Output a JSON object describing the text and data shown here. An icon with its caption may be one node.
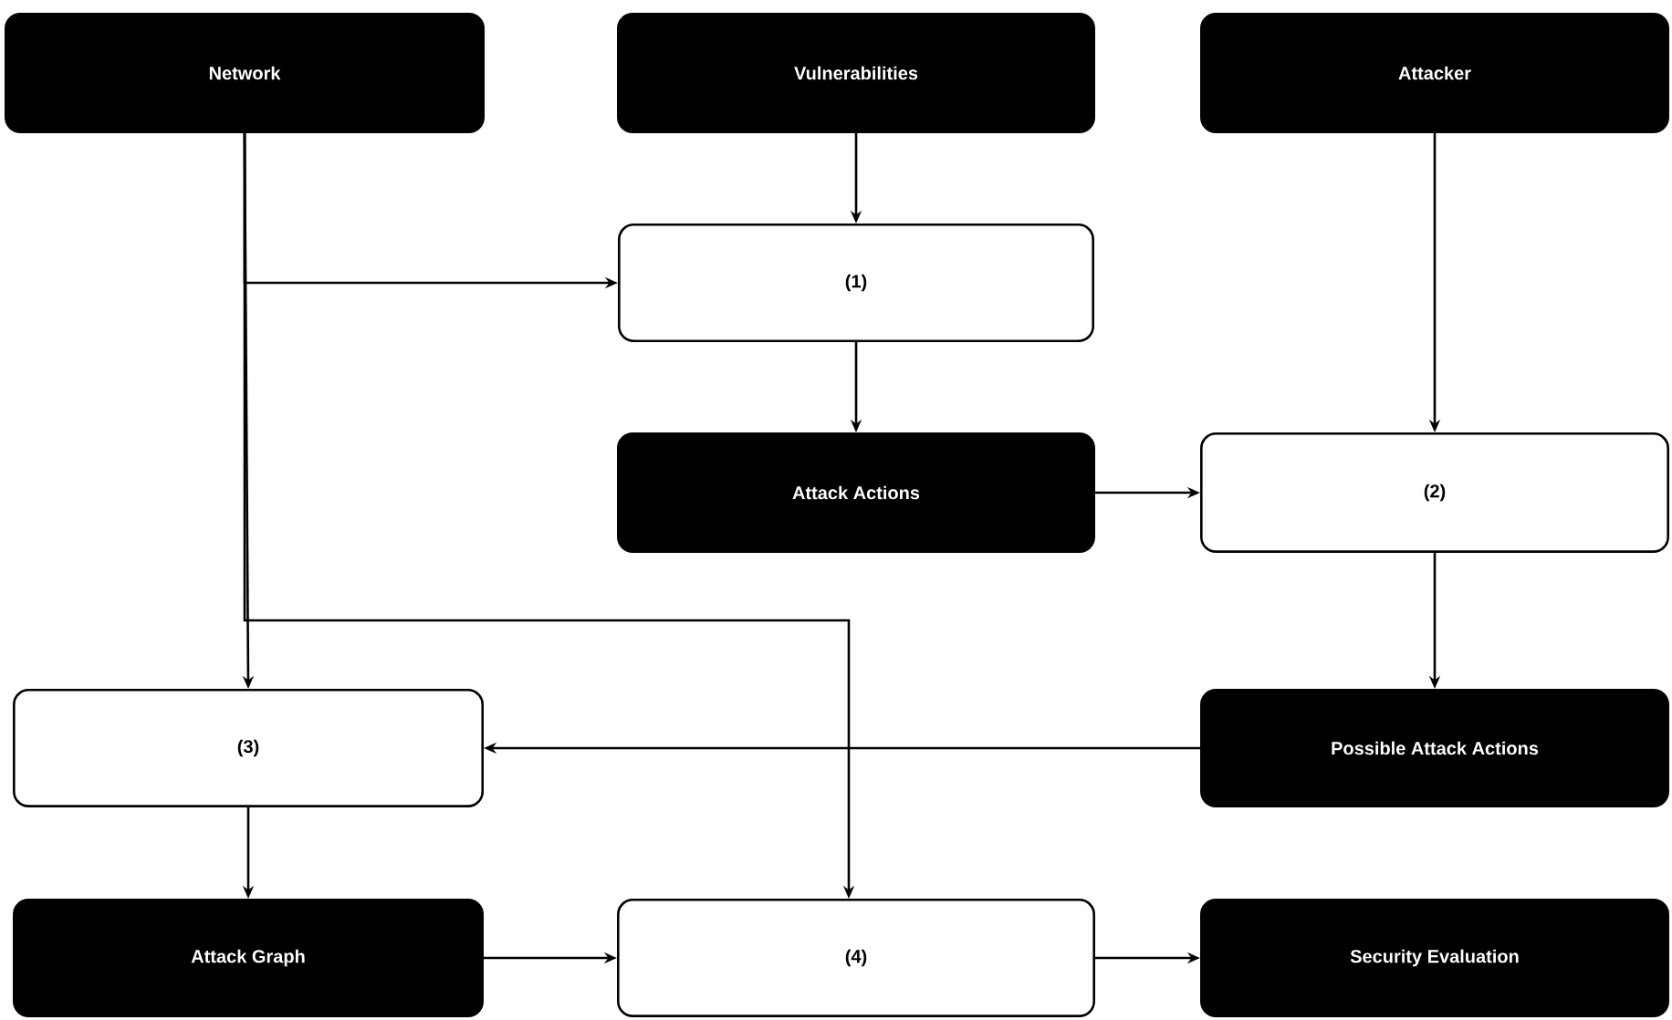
{
  "diagram": {
    "nodes": [
      {
        "text": [
          "Network"
        ]
      },
      {
        "text": [
          "Vulnerabilities"
        ]
      },
      {
        "text": [
          "Attacker"
        ]
      },
      {
        "text": [
          "(1)"
        ]
      },
      {
        "text": [
          "Attack Actions"
        ]
      },
      {
        "text": [
          "(2)"
        ]
      },
      {
        "text": [
          "Possible Attack Actions"
        ]
      },
      {
        "text": [
          "(3)"
        ]
      },
      {
        "text": [
          "Attack Graph"
        ]
      },
      {
        "text": [
          "(4)"
        ]
      },
      {
        "text": [
          "Security Evaluation"
        ]
      }
    ],
    "edges": [
      {
        "from": 0,
        "to": 3,
        "arrow": "to"
      },
      {
        "from": 0,
        "to": 7,
        "arrow": "to"
      },
      {
        "from": 0,
        "to": 9,
        "arrow": "to"
      },
      {
        "from": 1,
        "to": 3,
        "arrow": "to"
      },
      {
        "from": 3,
        "to": 4,
        "arrow": "to"
      },
      {
        "from": 2,
        "to": 5,
        "arrow": "to"
      },
      {
        "from": 4,
        "to": 5,
        "arrow": "to"
      },
      {
        "from": 5,
        "to": 6,
        "arrow": "to"
      },
      {
        "from": 6,
        "to": 7,
        "arrow": "to"
      },
      {
        "from": 7,
        "to": 8,
        "arrow": "to"
      },
      {
        "from": 8,
        "to": 9,
        "arrow": "to"
      },
      {
        "from": 9,
        "to": 10,
        "arrow": "to"
      }
    ]
  }
}
